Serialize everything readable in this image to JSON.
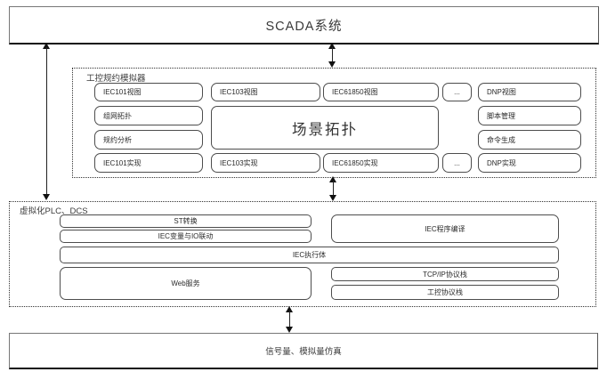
{
  "diagram": {
    "top_box": {
      "label": "SCADA系统"
    },
    "simulator": {
      "title": "工控规约模拟器",
      "view_row": [
        "IEC101视图",
        "IEC103视图",
        "IEC61850视图",
        "...",
        "DNP视图"
      ],
      "left_column": [
        "组网拓扑",
        "规约分析"
      ],
      "center_box": "场景拓扑",
      "right_column": [
        "脚本管理",
        "命令生成"
      ],
      "impl_row": [
        "IEC101实现",
        "IEC103实现",
        "IEC61850实现",
        "...",
        "DNP实现"
      ]
    },
    "virtual_plc": {
      "title": "虚拟化PLC、DCS",
      "st_convert": "ST转换",
      "iec_io": "IEC变量与IO联动",
      "iec_compile": "IEC程序编译",
      "iec_runtime": "IEC执行体",
      "web_service": "Web服务",
      "tcpip_stack": "TCP/IP协议栈",
      "ics_stack": "工控协议栈"
    },
    "bottom_box": {
      "label": "信号量、模拟量仿真"
    },
    "colors": {
      "background": "#ffffff",
      "box_border": "#4d4d4d",
      "text": "#333333",
      "dashed_border": "#333333",
      "arrow": "#111111"
    }
  }
}
